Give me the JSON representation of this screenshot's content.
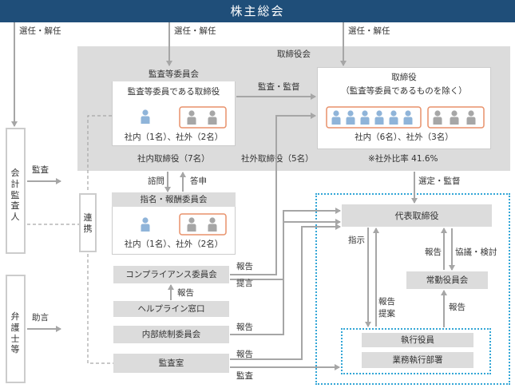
{
  "shareholders": {
    "title": "株主総会"
  },
  "links": {
    "appoint_dismiss": "選任・解任",
    "audit_supervise": "監査・監督",
    "select_supervise": "選定・監督",
    "audit": "監査",
    "consult": "諮問",
    "report_back": "答申",
    "report": "報告",
    "propose": "提言",
    "instruct": "指示",
    "proposal": "提案",
    "deliberate": "協議・検討",
    "advice": "助言"
  },
  "board": {
    "title": "取締役会",
    "internal_total": "社内取締役（7名）",
    "external_total": "社外取締役（5名）",
    "external_ratio": "※社外比率 41.6%"
  },
  "audit_committee": {
    "title": "監査等委員会",
    "subtitle": "監査等委員である取締役",
    "counts": "社内（1名）、社外（2名）"
  },
  "directors": {
    "title": "取締役",
    "subtitle": "（監査等委員であるものを除く）",
    "counts": "社内（6名）、社外（3名）"
  },
  "accounting_auditor": {
    "label": "会計監査人"
  },
  "cooperation": {
    "label": "連携"
  },
  "lawyers": {
    "label": "弁護士等"
  },
  "nomination_committee": {
    "title": "指名・報酬委員会",
    "counts": "社内（1名）、社外（2名）"
  },
  "compliance_committee": {
    "label": "コンプライアンス委員会"
  },
  "helpline": {
    "label": "ヘルプライン窓口"
  },
  "internal_control": {
    "label": "内部統制委員会"
  },
  "audit_office": {
    "label": "監査室"
  },
  "ceo": {
    "label": "代表取締役"
  },
  "executive_committee": {
    "label": "常勤役員会"
  },
  "officers": {
    "label": "執行役員"
  },
  "departments": {
    "label": "業務執行部署"
  },
  "colors": {
    "navy": "#1f4e79",
    "gray_box": "#dcdcdc",
    "person_blue": "#8fb4d9",
    "person_gray": "#a6a6a6",
    "outline_orange": "#e8916a",
    "dotted_cyan": "#33a6d6",
    "arrow_gray": "#a6a6a6"
  }
}
